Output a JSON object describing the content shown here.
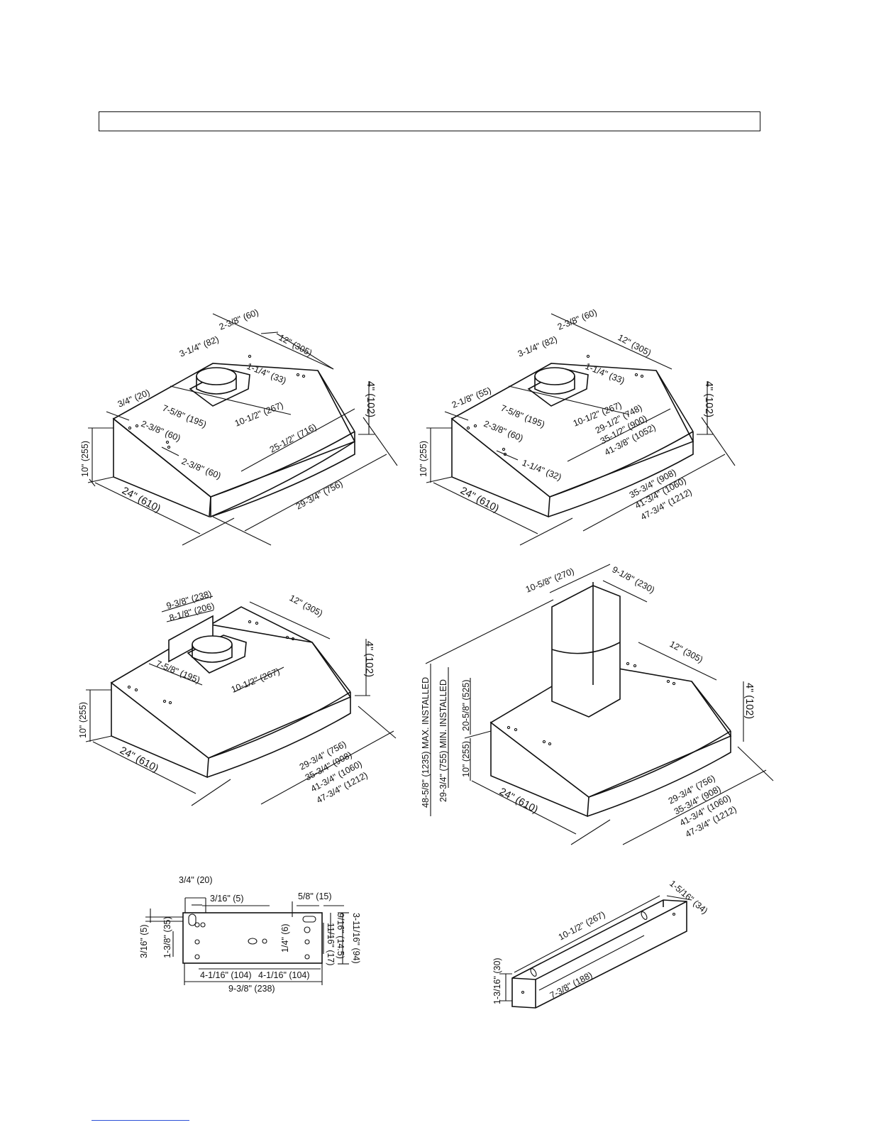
{
  "page": {
    "title_bar_text": ""
  },
  "figures": {
    "hood_a": {
      "labels": [
        "2-3/8\" (60)",
        "12\" (305)",
        "3-1/4\" (82)",
        "1-1/4\" (33)",
        "3/4\" (20)",
        "7-5/8\" (195)",
        "10-1/2\" (267)",
        "2-3/8\" (60)",
        "25-1/2\" (716)",
        "2-3/8\" (60)",
        "4\" (102)",
        "10\" (255)",
        "24\" (610)",
        "29-3/4\" (756)"
      ]
    },
    "hood_b": {
      "labels": [
        "2-3/8\" (60)",
        "12\" (305)",
        "3-1/4\" (82)",
        "1-1/4\" (33)",
        "2-1/8\" (55)",
        "7-5/8\" (195)",
        "10-1/2\" (267)",
        "2-3/8\" (60)",
        "29-1/2\" (748)",
        "35-1/2\" (900)",
        "41-3/8\" (1052)",
        "1-1/4\" (32)",
        "4\" (102)",
        "10\" (255)",
        "24\" (610)",
        "35-3/4\" (908)",
        "41-3/4\" (1060)",
        "47-3/4\" (1212)"
      ]
    },
    "hood_c": {
      "labels": [
        "9-3/8\" (238)",
        "8-1/8\" (206)",
        "12\" (305)",
        "7-5/8\" (195)",
        "10-1/2\" (267)",
        "4\" (102)",
        "10\" (255)",
        "24\" (610)",
        "29-3/4\" (756)",
        "35-3/4\" (908)",
        "41-3/4\" (1060)",
        "47-3/4\" (1212)"
      ]
    },
    "hood_d": {
      "labels": [
        "10-5/8\" (270)",
        "9-1/8\" (230)",
        "12\" (305)",
        "48-5/8\" (1235) MAX. INSTALLED",
        "29-3/4\" (755) MIN. INSTALLED",
        "20-5/8\" (525)",
        "10\" (255)",
        "4\" (102)",
        "24\" (610)",
        "29-3/4\" (756)",
        "35-3/4\" (908)",
        "41-3/4\" (1060)",
        "47-3/4\" (1212)"
      ]
    },
    "bracket_plate": {
      "labels": [
        "3/4\" (20)",
        "3/16\" (5)",
        "5/8\" (15)",
        "3-11/16\" (94)",
        "9/16\" (14.5)",
        "11/16\" (17)",
        "1/4\" (6)",
        "3/16\" (5)",
        "1-3/8\" (35)",
        "4-1/16\" (104)",
        "4-1/16\" (104)",
        "9-3/8\" (238)"
      ]
    },
    "bracket_angle": {
      "labels": [
        "1-5/16\" (34)",
        "10-1/2\" (267)",
        "7-3/8\" (188)",
        "1-3/16\" (30)"
      ]
    }
  }
}
